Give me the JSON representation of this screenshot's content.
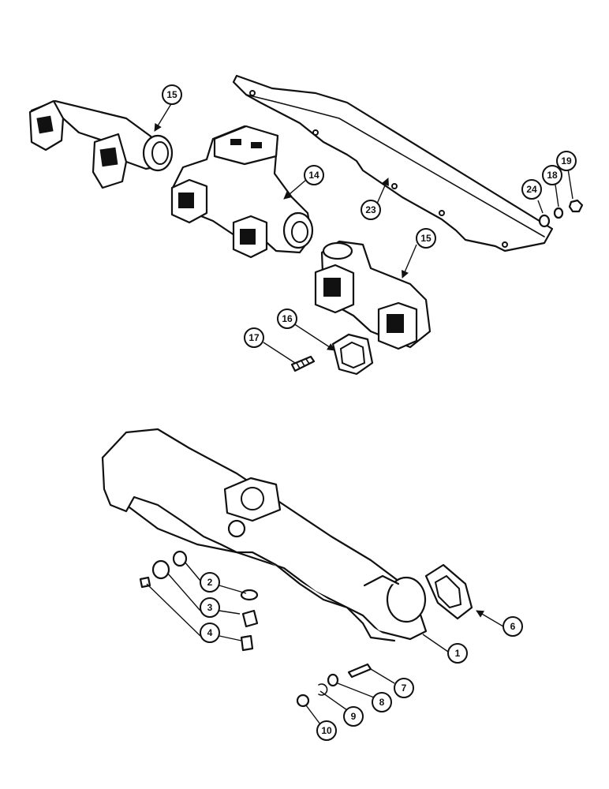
{
  "diagram": {
    "callouts": [
      {
        "id": "c15a",
        "label": "15"
      },
      {
        "id": "c14",
        "label": "14"
      },
      {
        "id": "c23",
        "label": "23"
      },
      {
        "id": "c24",
        "label": "24"
      },
      {
        "id": "c18",
        "label": "18"
      },
      {
        "id": "c19",
        "label": "19"
      },
      {
        "id": "c15b",
        "label": "15"
      },
      {
        "id": "c16",
        "label": "16"
      },
      {
        "id": "c17",
        "label": "17"
      },
      {
        "id": "c2",
        "label": "2"
      },
      {
        "id": "c3",
        "label": "3"
      },
      {
        "id": "c4",
        "label": "4"
      },
      {
        "id": "c6",
        "label": "6"
      },
      {
        "id": "c1",
        "label": "1"
      },
      {
        "id": "c7",
        "label": "7"
      },
      {
        "id": "c8",
        "label": "8"
      },
      {
        "id": "c9",
        "label": "9"
      },
      {
        "id": "c10",
        "label": "10"
      }
    ]
  }
}
